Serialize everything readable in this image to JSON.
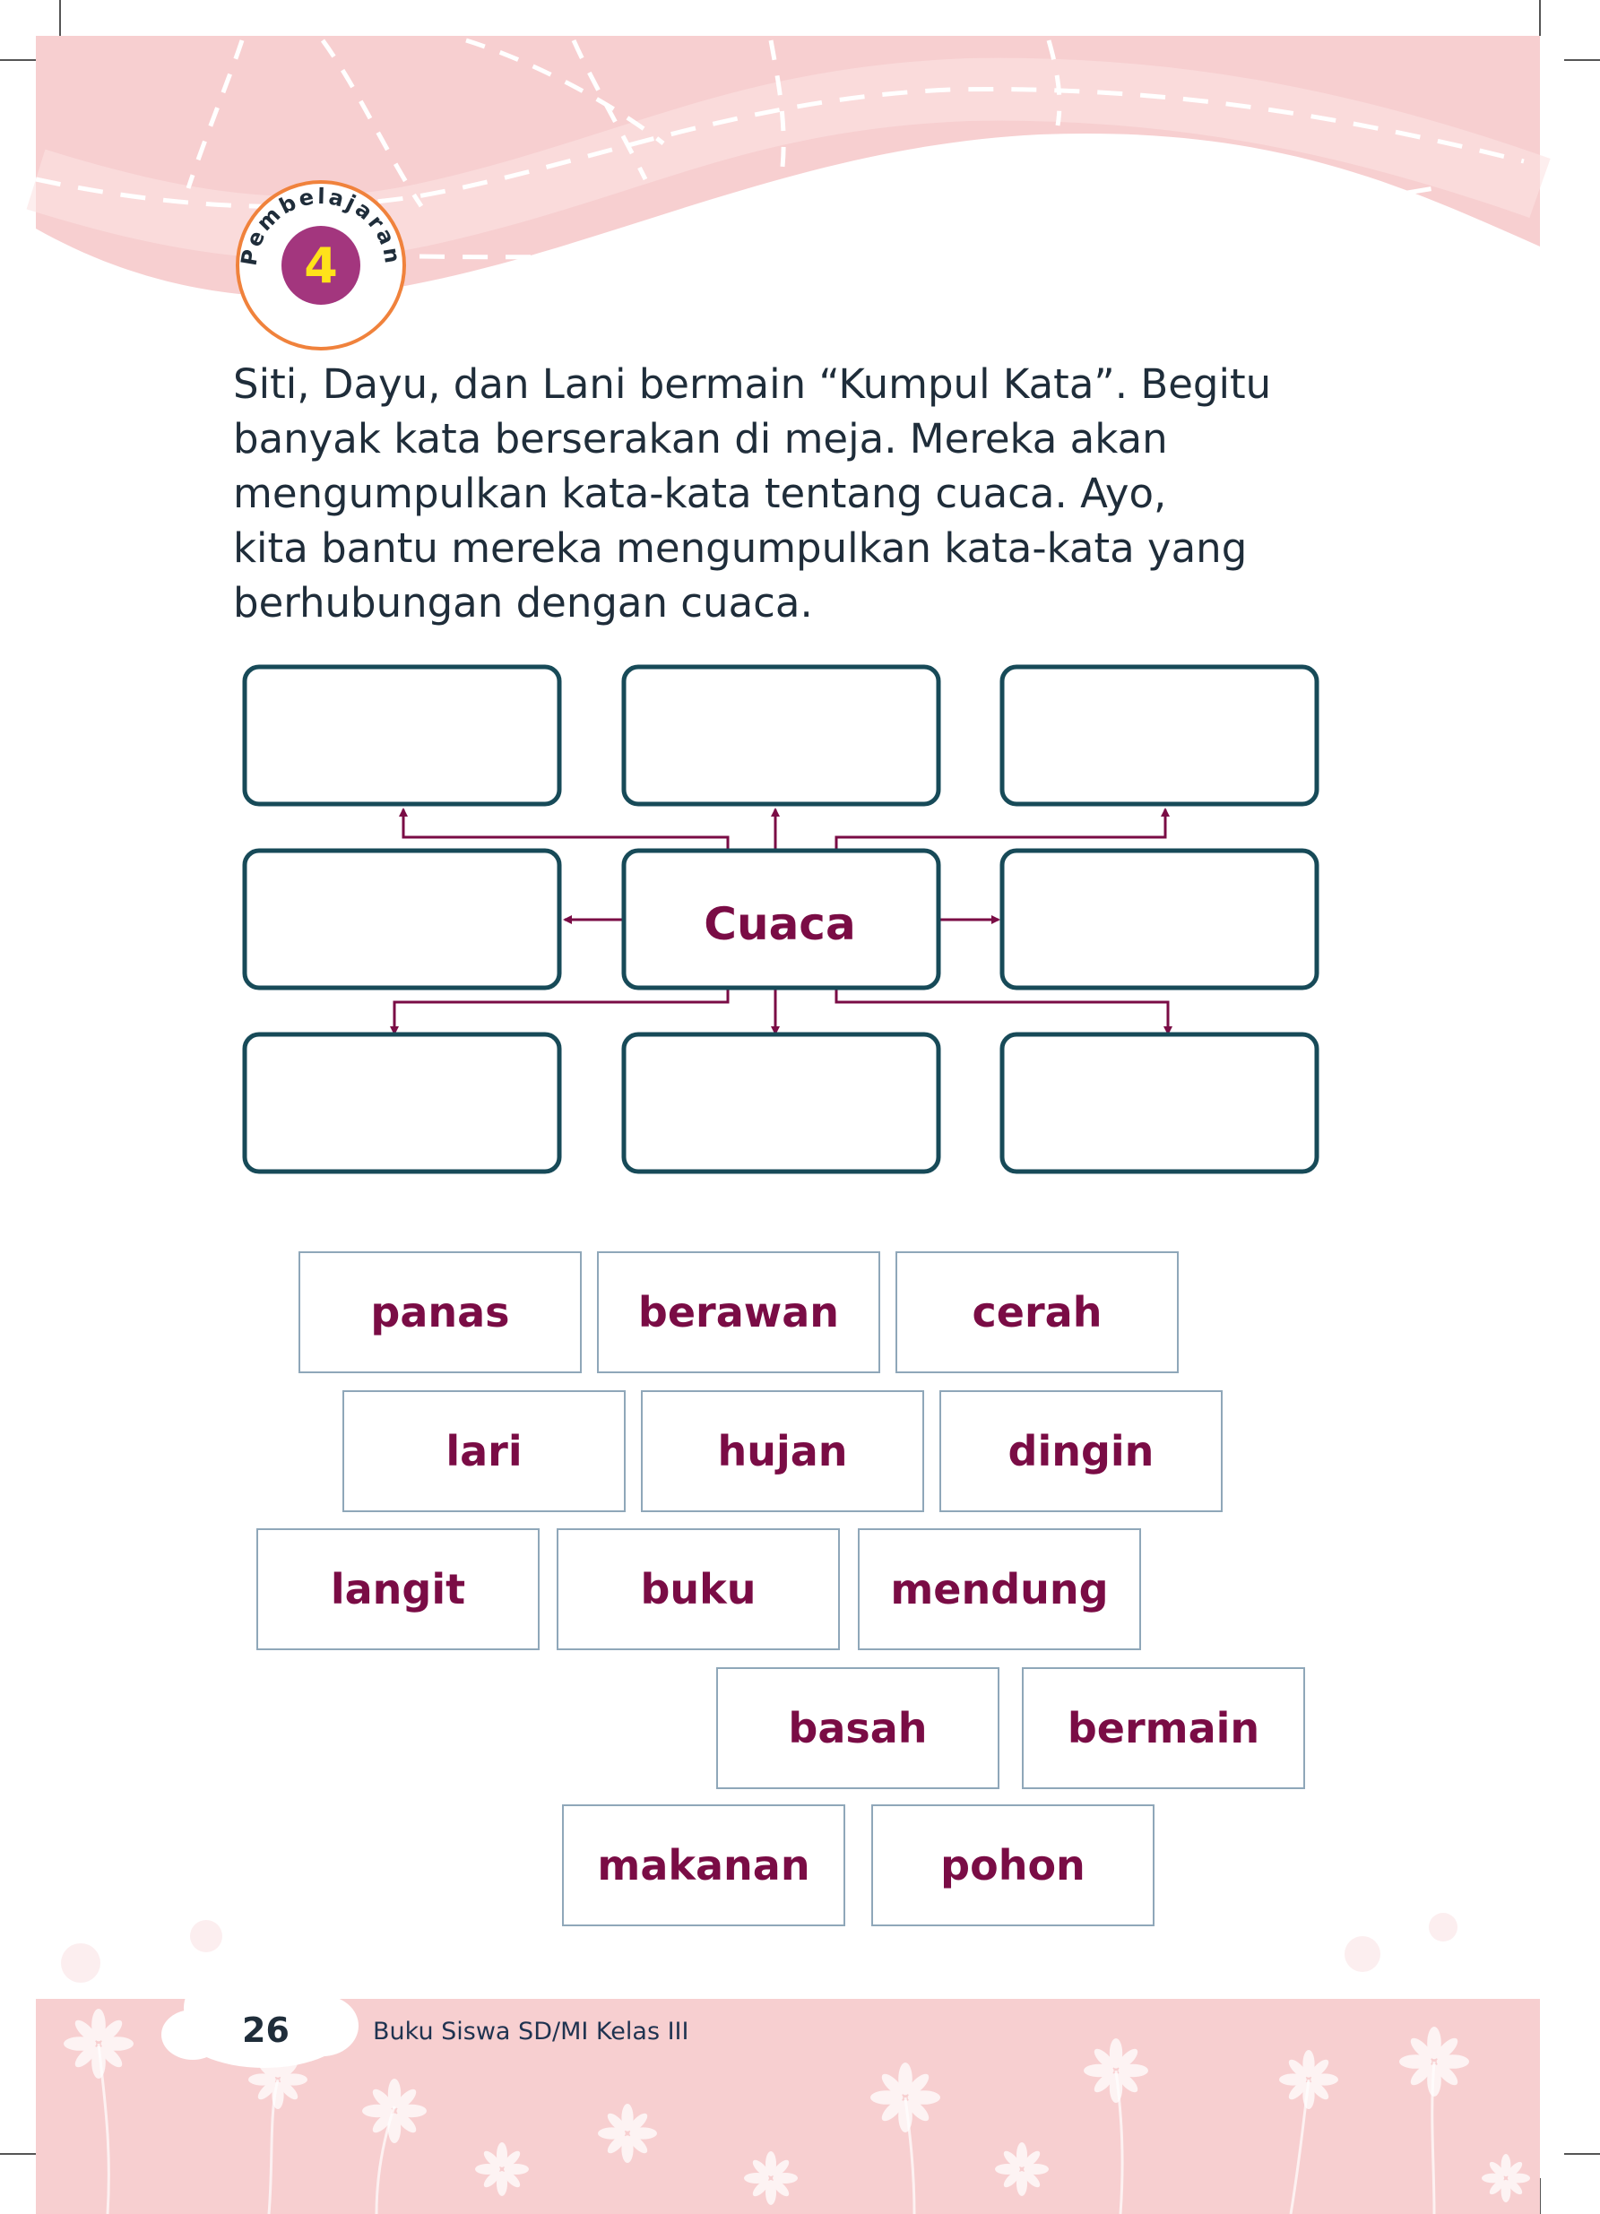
{
  "lesson": {
    "label": "Pembelajaran",
    "number": "4"
  },
  "intro_lines": [
    "Siti, Dayu, dan Lani bermain “Kumpul Kata”. Begitu",
    "banyak kata berserakan di meja. Mereka akan",
    "mengumpulkan kata-kata tentang cuaca. Ayo,",
    "kita bantu mereka mengumpulkan kata-kata yang",
    "berhubungan dengan cuaca."
  ],
  "mindmap": {
    "center": "Cuaca"
  },
  "word_cards": [
    "panas",
    "berawan",
    "cerah",
    "lari",
    "hujan",
    "dingin",
    "langit",
    "buku",
    "mendung",
    "basah",
    "bermain",
    "makanan",
    "pohon"
  ],
  "footer": {
    "page_number": "26",
    "book_title": "Buku Siswa SD/MI Kelas III"
  },
  "colors": {
    "band_pink": "#f7cfd0",
    "band_light": "#fbe3e3",
    "badge_ring": "#f0823c",
    "badge_fill": "#a3367e",
    "badge_number": "#ffe21a",
    "box_border": "#174a58",
    "arrow": "#7a0c45",
    "word_text": "#7a0c45"
  }
}
